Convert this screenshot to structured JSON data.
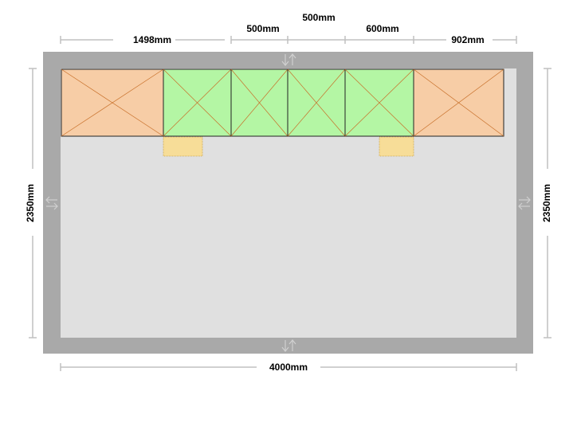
{
  "room": {
    "width_label": "4000mm",
    "left_height_label": "2350mm",
    "right_height_label": "2350mm"
  },
  "top_dimensions": {
    "segment_1": "1498mm",
    "segment_2": "500mm",
    "segment_3": "500mm",
    "segment_4": "600mm",
    "segment_5": "902mm"
  },
  "colors": {
    "wall": "#a9a9a9",
    "floor": "#e0e0e0",
    "tall_unit": "#f7cda6",
    "base_unit": "#b4f6a4",
    "appliance": "#f7dd98",
    "cross": "#c8702a",
    "dimension": "#c0c0c0"
  },
  "icons": {
    "door_top": "door-arrow-icon",
    "door_bottom": "door-arrow-icon",
    "door_left": "door-arrow-icon",
    "door_right": "door-arrow-icon"
  }
}
